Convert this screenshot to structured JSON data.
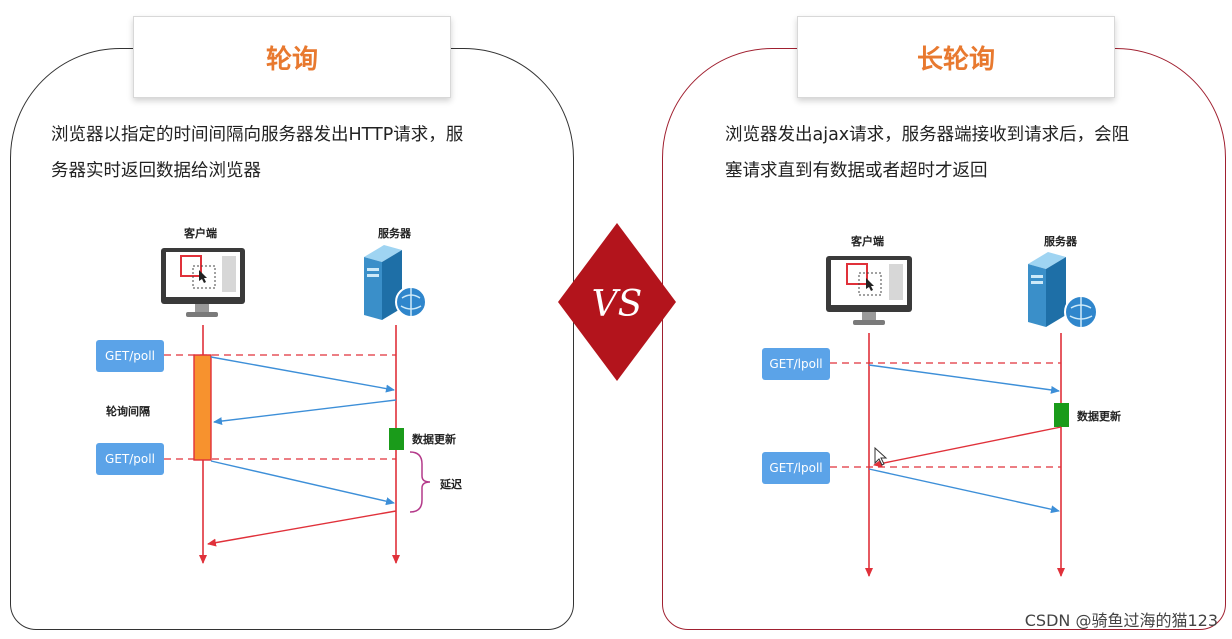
{
  "left": {
    "title": "轮询",
    "description_line1": "浏览器以指定的时间间隔向服务器发出HTTP请求，服",
    "description_line2": "务器实时返回数据给浏览器",
    "client_label": "客户端",
    "server_label": "服务器",
    "request_label_1": "GET/poll",
    "request_label_2": "GET/poll",
    "interval_label": "轮询间隔",
    "update_label": "数据更新",
    "delay_label": "延迟"
  },
  "vs_label": "VS",
  "right": {
    "title": "长轮询",
    "description_line1": "浏览器发出ajax请求，服务器端接收到请求后，会阻",
    "description_line2": "塞请求直到有数据或者超时才返回",
    "client_label": "客户端",
    "server_label": "服务器",
    "request_label_1": "GET/lpoll",
    "request_label_2": "GET/lpoll",
    "update_label": "数据更新"
  },
  "watermark": "CSDN @骑鱼过海的猫123",
  "colors": {
    "title_orange": "#e8792f",
    "arrow_red": "#e0313a",
    "arrow_blue": "#3d8fd8",
    "interval_bar": "#f7922e",
    "update_bar": "#1a9b1a",
    "vs_diamond": "#b3141c",
    "request_badge": "#5ba3e8"
  }
}
